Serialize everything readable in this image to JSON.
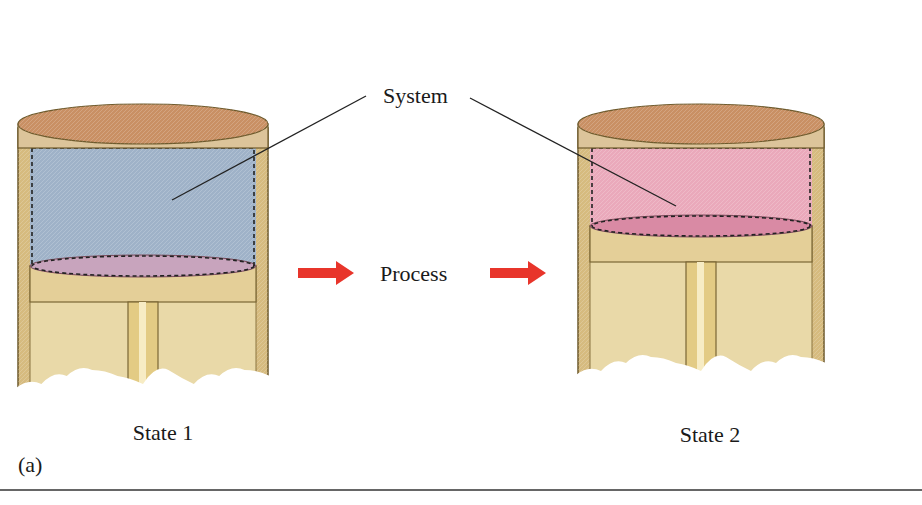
{
  "diagram": {
    "labels": [
      "System",
      "Process",
      "State 1",
      "State 2",
      "(a)"
    ]
  }
}
